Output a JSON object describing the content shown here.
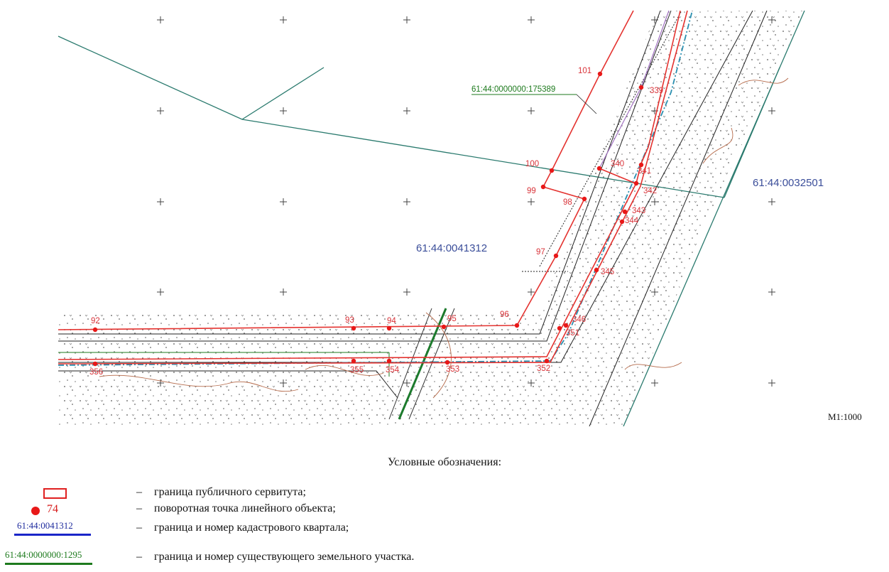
{
  "map": {
    "cadastral_blocks": [
      {
        "id": "kv-0041312",
        "number": "61:44:0041312"
      },
      {
        "id": "kv-0032501",
        "number": "61:44:0032501"
      }
    ],
    "parcel": {
      "number": "61:44:0000000:175389"
    },
    "points": [
      "92",
      "93",
      "94",
      "95",
      "96",
      "97",
      "98",
      "99",
      "100",
      "101",
      "339",
      "340",
      "341",
      "342",
      "343",
      "344",
      "345",
      "346",
      "351",
      "352",
      "353",
      "354",
      "355",
      "356"
    ],
    "scale": "М1:1000",
    "colors": {
      "servitude": "#e4322f",
      "point": "#e81818",
      "cadastral": "#2a7a6e",
      "parcel": "#1d7a1d",
      "kv_label": "#3b4e9a",
      "road": "#2a8fb0"
    }
  },
  "legend": {
    "title": "Условные обозначения:",
    "dash": "–",
    "point_sample": "74",
    "kv_sample": "61:44:0041312",
    "zu_sample": "61:44:0000000:1295",
    "items": [
      "граница публичного сервитута;",
      "поворотная точка линейного объекта;",
      "граница и номер кадастрового квартала;",
      "граница и номер существующего земельного участка."
    ]
  }
}
